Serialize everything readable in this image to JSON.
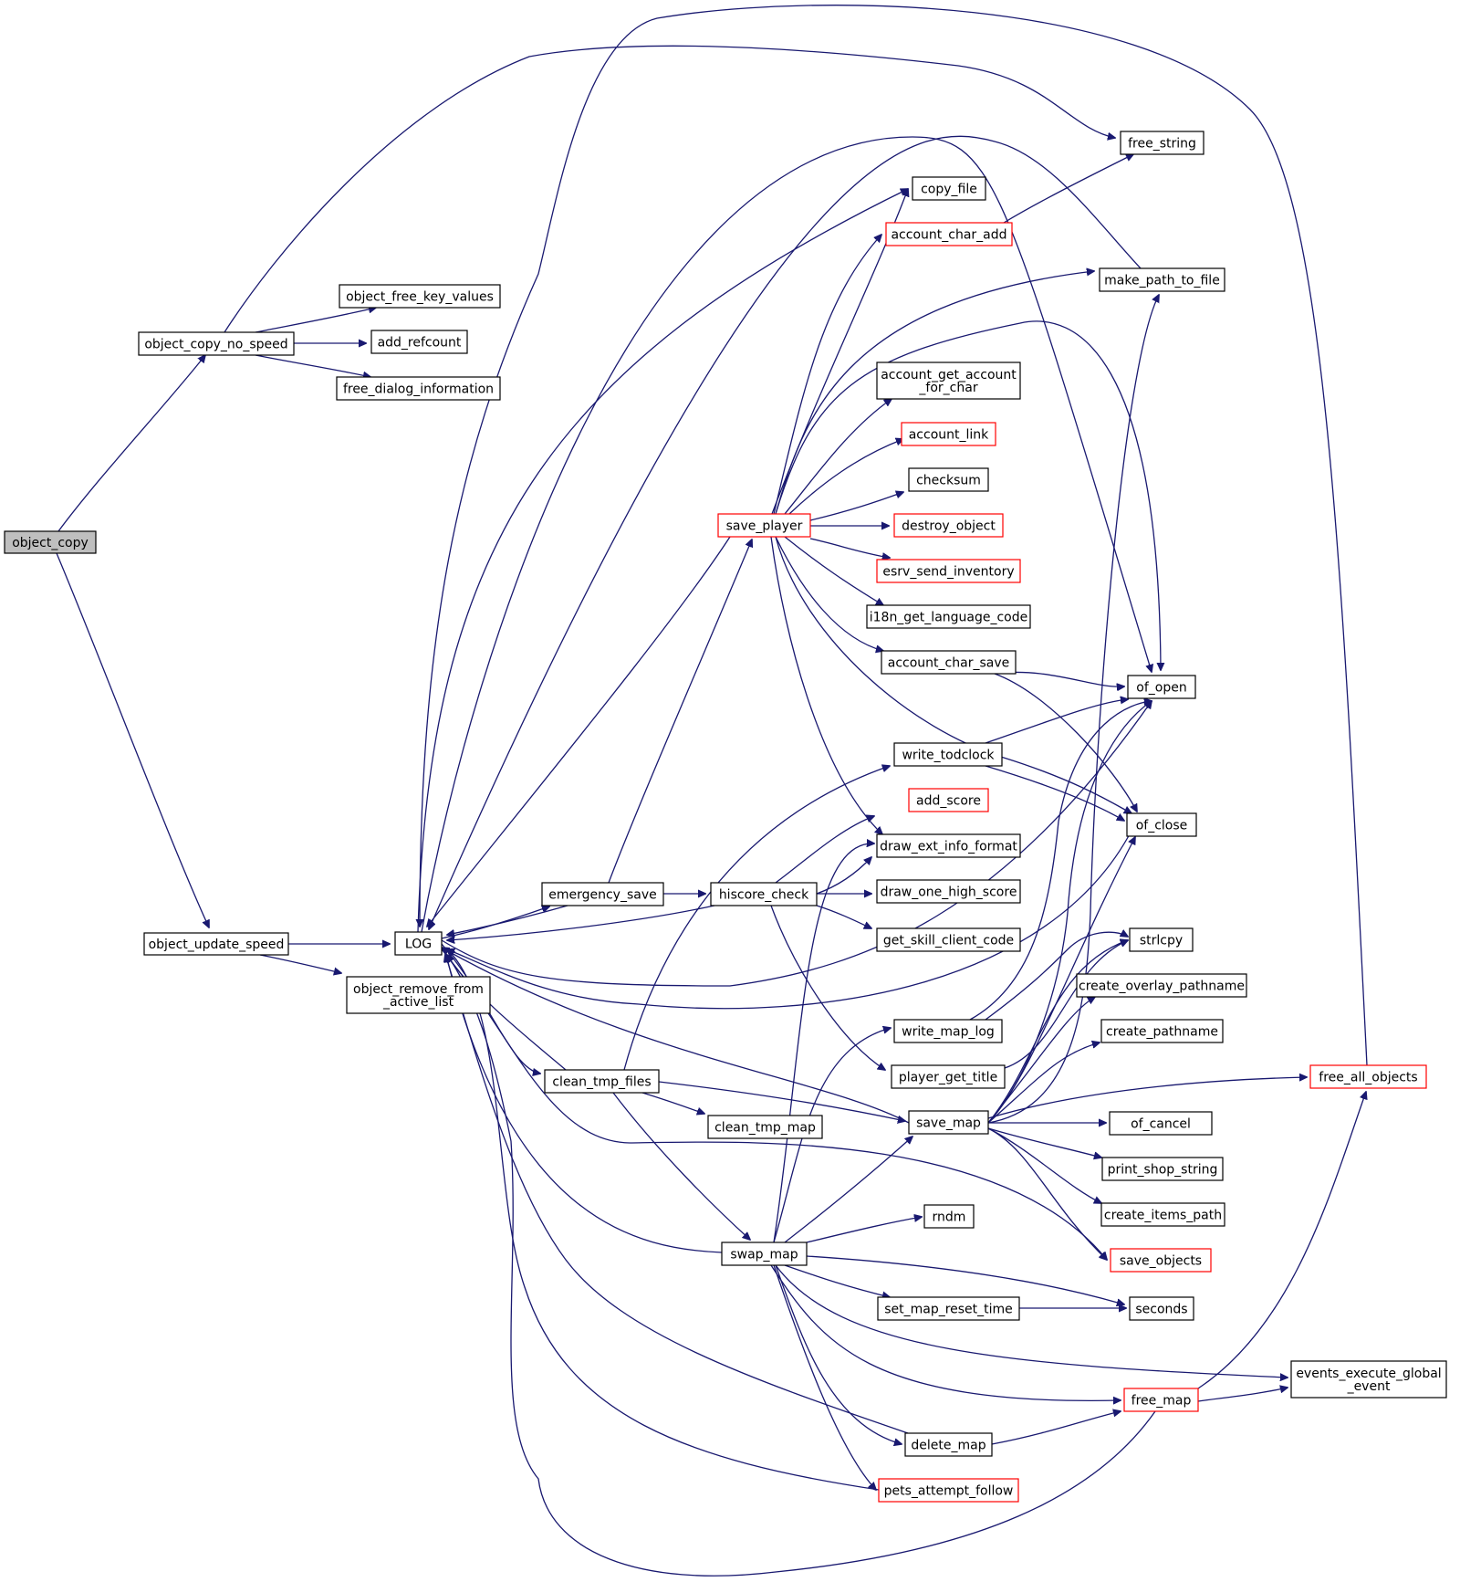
{
  "colors": {
    "edge": "#191970",
    "node_border": "#000000",
    "red_node_border": "#ff0000",
    "root_fill": "#bfbfbf",
    "background": "#ffffff"
  },
  "nodes": [
    {
      "id": "object_copy",
      "lines": [
        "object_copy"
      ],
      "root": true
    },
    {
      "id": "object_copy_no_speed",
      "lines": [
        "object_copy_no_speed"
      ]
    },
    {
      "id": "object_update_speed",
      "lines": [
        "object_update_speed"
      ]
    },
    {
      "id": "object_free_key_values",
      "lines": [
        "object_free_key_values"
      ]
    },
    {
      "id": "add_refcount",
      "lines": [
        "add_refcount"
      ]
    },
    {
      "id": "free_dialog_information",
      "lines": [
        "free_dialog_information"
      ]
    },
    {
      "id": "LOG",
      "lines": [
        "LOG"
      ]
    },
    {
      "id": "object_remove_from_active_list",
      "lines": [
        "object_remove_from",
        "_active_list"
      ]
    },
    {
      "id": "emergency_save",
      "lines": [
        "emergency_save"
      ]
    },
    {
      "id": "clean_tmp_files",
      "lines": [
        "clean_tmp_files"
      ]
    },
    {
      "id": "save_player",
      "lines": [
        "save_player"
      ],
      "red": true
    },
    {
      "id": "hiscore_check",
      "lines": [
        "hiscore_check"
      ]
    },
    {
      "id": "clean_tmp_map",
      "lines": [
        "clean_tmp_map"
      ]
    },
    {
      "id": "swap_map",
      "lines": [
        "swap_map"
      ]
    },
    {
      "id": "copy_file",
      "lines": [
        "copy_file"
      ]
    },
    {
      "id": "account_char_add",
      "lines": [
        "account_char_add"
      ],
      "red": true
    },
    {
      "id": "account_get_account_for_char",
      "lines": [
        "account_get_account",
        "_for_char"
      ]
    },
    {
      "id": "account_link",
      "lines": [
        "account_link"
      ],
      "red": true
    },
    {
      "id": "checksum",
      "lines": [
        "checksum"
      ]
    },
    {
      "id": "destroy_object",
      "lines": [
        "destroy_object"
      ],
      "red": true
    },
    {
      "id": "esrv_send_inventory",
      "lines": [
        "esrv_send_inventory"
      ],
      "red": true
    },
    {
      "id": "i18n_get_language_code",
      "lines": [
        "i18n_get_language_code"
      ]
    },
    {
      "id": "account_char_save",
      "lines": [
        "account_char_save"
      ]
    },
    {
      "id": "write_todclock",
      "lines": [
        "write_todclock"
      ]
    },
    {
      "id": "add_score",
      "lines": [
        "add_score"
      ],
      "red": true
    },
    {
      "id": "draw_ext_info_format",
      "lines": [
        "draw_ext_info_format"
      ]
    },
    {
      "id": "draw_one_high_score",
      "lines": [
        "draw_one_high_score"
      ]
    },
    {
      "id": "get_skill_client_code",
      "lines": [
        "get_skill_client_code"
      ]
    },
    {
      "id": "write_map_log",
      "lines": [
        "write_map_log"
      ]
    },
    {
      "id": "player_get_title",
      "lines": [
        "player_get_title"
      ]
    },
    {
      "id": "save_map",
      "lines": [
        "save_map"
      ]
    },
    {
      "id": "rndm",
      "lines": [
        "rndm"
      ]
    },
    {
      "id": "set_map_reset_time",
      "lines": [
        "set_map_reset_time"
      ]
    },
    {
      "id": "delete_map",
      "lines": [
        "delete_map"
      ]
    },
    {
      "id": "pets_attempt_follow",
      "lines": [
        "pets_attempt_follow"
      ],
      "red": true
    },
    {
      "id": "free_string",
      "lines": [
        "free_string"
      ]
    },
    {
      "id": "make_path_to_file",
      "lines": [
        "make_path_to_file"
      ]
    },
    {
      "id": "of_open",
      "lines": [
        "of_open"
      ]
    },
    {
      "id": "of_close",
      "lines": [
        "of_close"
      ]
    },
    {
      "id": "strlcpy",
      "lines": [
        "strlcpy"
      ]
    },
    {
      "id": "create_overlay_pathname",
      "lines": [
        "create_overlay_pathname"
      ]
    },
    {
      "id": "create_pathname",
      "lines": [
        "create_pathname"
      ]
    },
    {
      "id": "of_cancel",
      "lines": [
        "of_cancel"
      ]
    },
    {
      "id": "print_shop_string",
      "lines": [
        "print_shop_string"
      ]
    },
    {
      "id": "create_items_path",
      "lines": [
        "create_items_path"
      ]
    },
    {
      "id": "save_objects",
      "lines": [
        "save_objects"
      ],
      "red": true
    },
    {
      "id": "seconds",
      "lines": [
        "seconds"
      ]
    },
    {
      "id": "free_map",
      "lines": [
        "free_map"
      ],
      "red": true
    },
    {
      "id": "free_all_objects",
      "lines": [
        "free_all_objects"
      ],
      "red": true
    },
    {
      "id": "events_execute_global_event",
      "lines": [
        "events_execute_global",
        "_event"
      ]
    }
  ]
}
